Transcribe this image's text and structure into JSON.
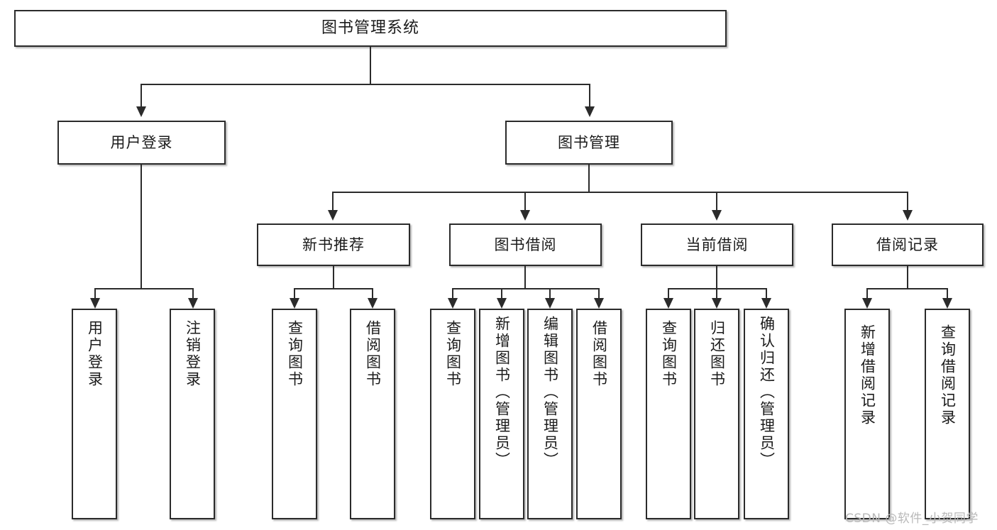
{
  "diagram": {
    "title": "图书管理系统",
    "type": "tree",
    "orientation": "top-down",
    "colors": {
      "box_border": "#2b2b2b",
      "box_fill": "#ffffff",
      "connector": "#2b2b2b",
      "background": "#ffffff",
      "watermark": "#b9b9b9"
    }
  },
  "nodes": {
    "root": {
      "label": "图书管理系统",
      "level": 1
    },
    "level2": [
      {
        "id": "user-login",
        "label": "用户登录"
      },
      {
        "id": "book-manage",
        "label": "图书管理"
      }
    ],
    "level3": [
      {
        "id": "new-book-recommend",
        "label": "新书推荐"
      },
      {
        "id": "book-borrow",
        "label": "图书借阅"
      },
      {
        "id": "current-borrow",
        "label": "当前借阅"
      },
      {
        "id": "borrow-record",
        "label": "借阅记录"
      }
    ],
    "leaves": {
      "user-login": [
        {
          "id": "leaf-user-login",
          "label": "用户登录"
        },
        {
          "id": "leaf-logout-login",
          "label": "注销登录"
        }
      ],
      "new-book-recommend": [
        {
          "id": "leaf-query-book-1",
          "label": "查询图书"
        },
        {
          "id": "leaf-borrow-book-1",
          "label": "借阅图书"
        }
      ],
      "book-borrow": [
        {
          "id": "leaf-query-book-2",
          "label": "查询图书"
        },
        {
          "id": "leaf-add-book",
          "label": "新增图书（管理员）"
        },
        {
          "id": "leaf-edit-book",
          "label": "编辑图书（管理员）"
        },
        {
          "id": "leaf-borrow-book-2",
          "label": "借阅图书"
        }
      ],
      "current-borrow": [
        {
          "id": "leaf-query-book-3",
          "label": "查询图书"
        },
        {
          "id": "leaf-return-book",
          "label": "归还图书"
        },
        {
          "id": "leaf-confirm-return",
          "label": "确认归还（管理员）"
        }
      ],
      "borrow-record": [
        {
          "id": "leaf-add-record",
          "label": "新增借阅记录"
        },
        {
          "id": "leaf-query-record",
          "label": "查询借阅记录"
        }
      ]
    }
  },
  "watermark": {
    "text": "CSDN @软件_小贺同学"
  }
}
